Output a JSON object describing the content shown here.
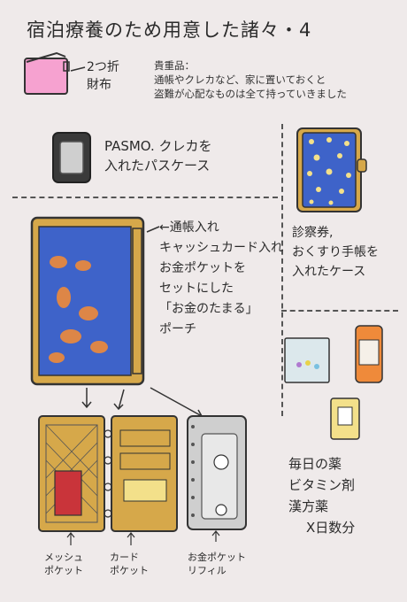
{
  "title": "宿泊療養のため用意した諸々・4",
  "note": {
    "line1": "貴重品：",
    "line2": "通帳やクレカなど、家に置いておくと",
    "line3": "盗難が心配なものは全て持っていきました"
  },
  "wallet": {
    "line1": "2つ折",
    "line2": "財布"
  },
  "pass_case": {
    "line1": "PASMO. クレカを",
    "line2": "入れたパスケース"
  },
  "pouch": {
    "line1": "←通帳入れ",
    "line2": "キャッシュカード入れ",
    "line3": "お金ポケットを",
    "line4": "セットにした",
    "line5": "「お金のたまる」",
    "line6": "ポーチ"
  },
  "case": {
    "line1": "診察券,",
    "line2": "おくすり手帳を",
    "line3": "入れたケース"
  },
  "medicine": {
    "line1": "毎日の薬",
    "line2": "ビタミン剤",
    "line3": "漢方薬",
    "line4": "X日数分"
  },
  "parts": {
    "mesh": {
      "line1": "メッシュ",
      "line2": "ポケット"
    },
    "card": {
      "line1": "カード",
      "line2": "ポケット"
    },
    "refill": {
      "line1": "お金ポケット",
      "line2": "リフィル"
    }
  },
  "colors": {
    "pink": "#f6a2d0",
    "gold": "#d6a84a",
    "blue": "#3e63c9",
    "orange": "#ef8a3a",
    "dark": "#3a3a3a",
    "grey": "#cfcfcf",
    "red": "#c9343a",
    "dotyellow": "#f3e08a"
  }
}
